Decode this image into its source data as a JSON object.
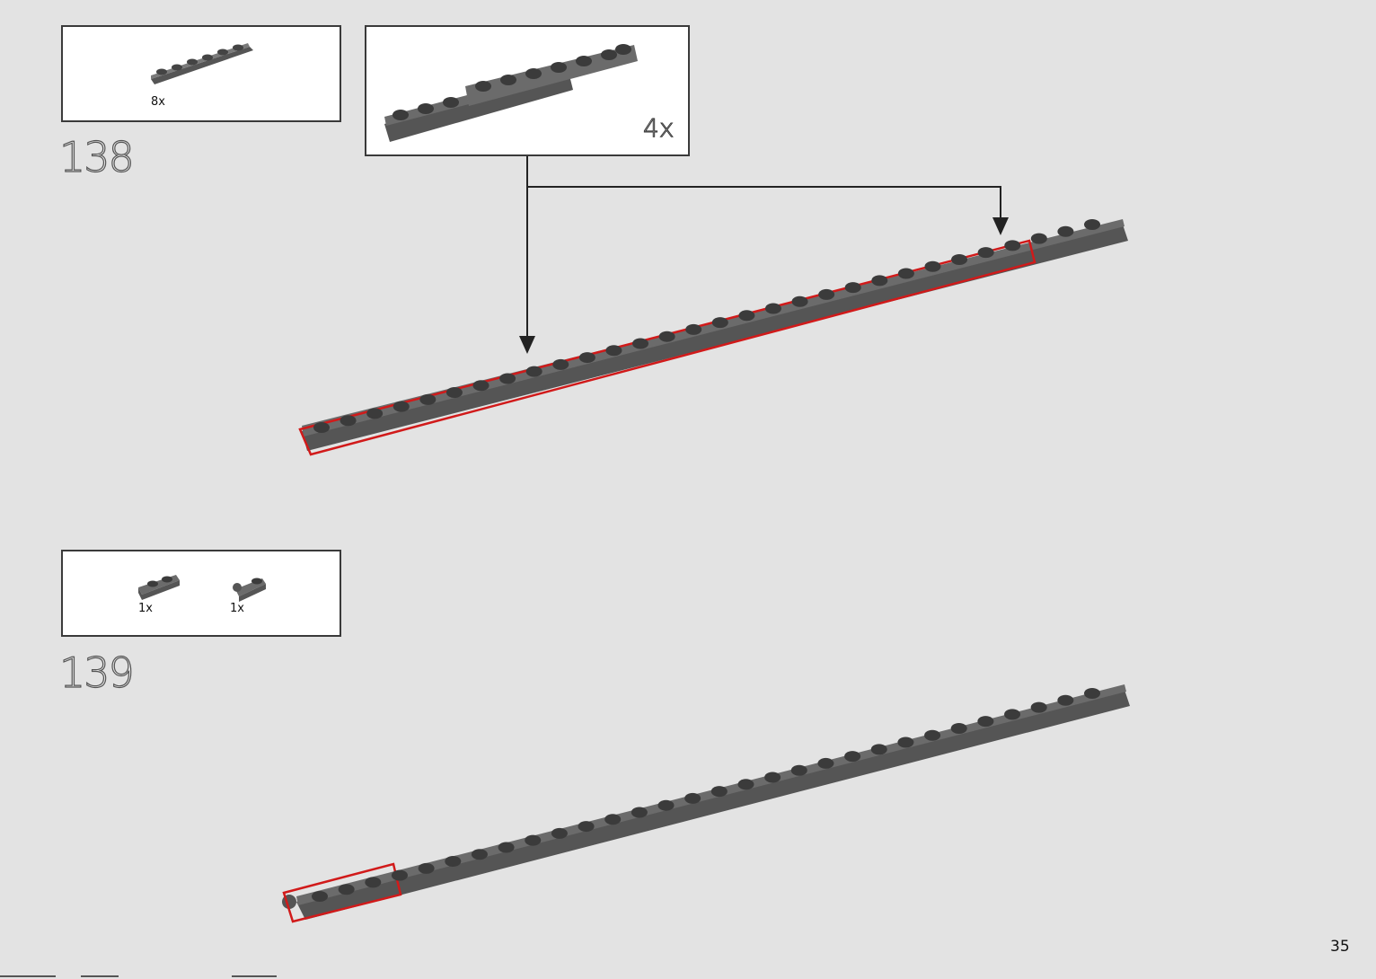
{
  "steps": [
    {
      "number": "138",
      "parts": [
        {
          "qty": "8x",
          "part": "plate-1x6-dark-grey"
        }
      ],
      "callout": {
        "qty": "4x"
      }
    },
    {
      "number": "139",
      "parts": [
        {
          "qty": "1x",
          "part": "plate-1x2-dark-grey"
        },
        {
          "qty": "1x",
          "part": "plate-1x2-clip-dark-grey"
        }
      ]
    }
  ],
  "page_number": "35",
  "colors": {
    "background": "#e3e3e3",
    "brick": "#6b6b6b",
    "brick_top": "#5e5e5e",
    "stud": "#3b3b3b",
    "highlight": "#d11a1a",
    "frame": "#3a3a3a"
  }
}
